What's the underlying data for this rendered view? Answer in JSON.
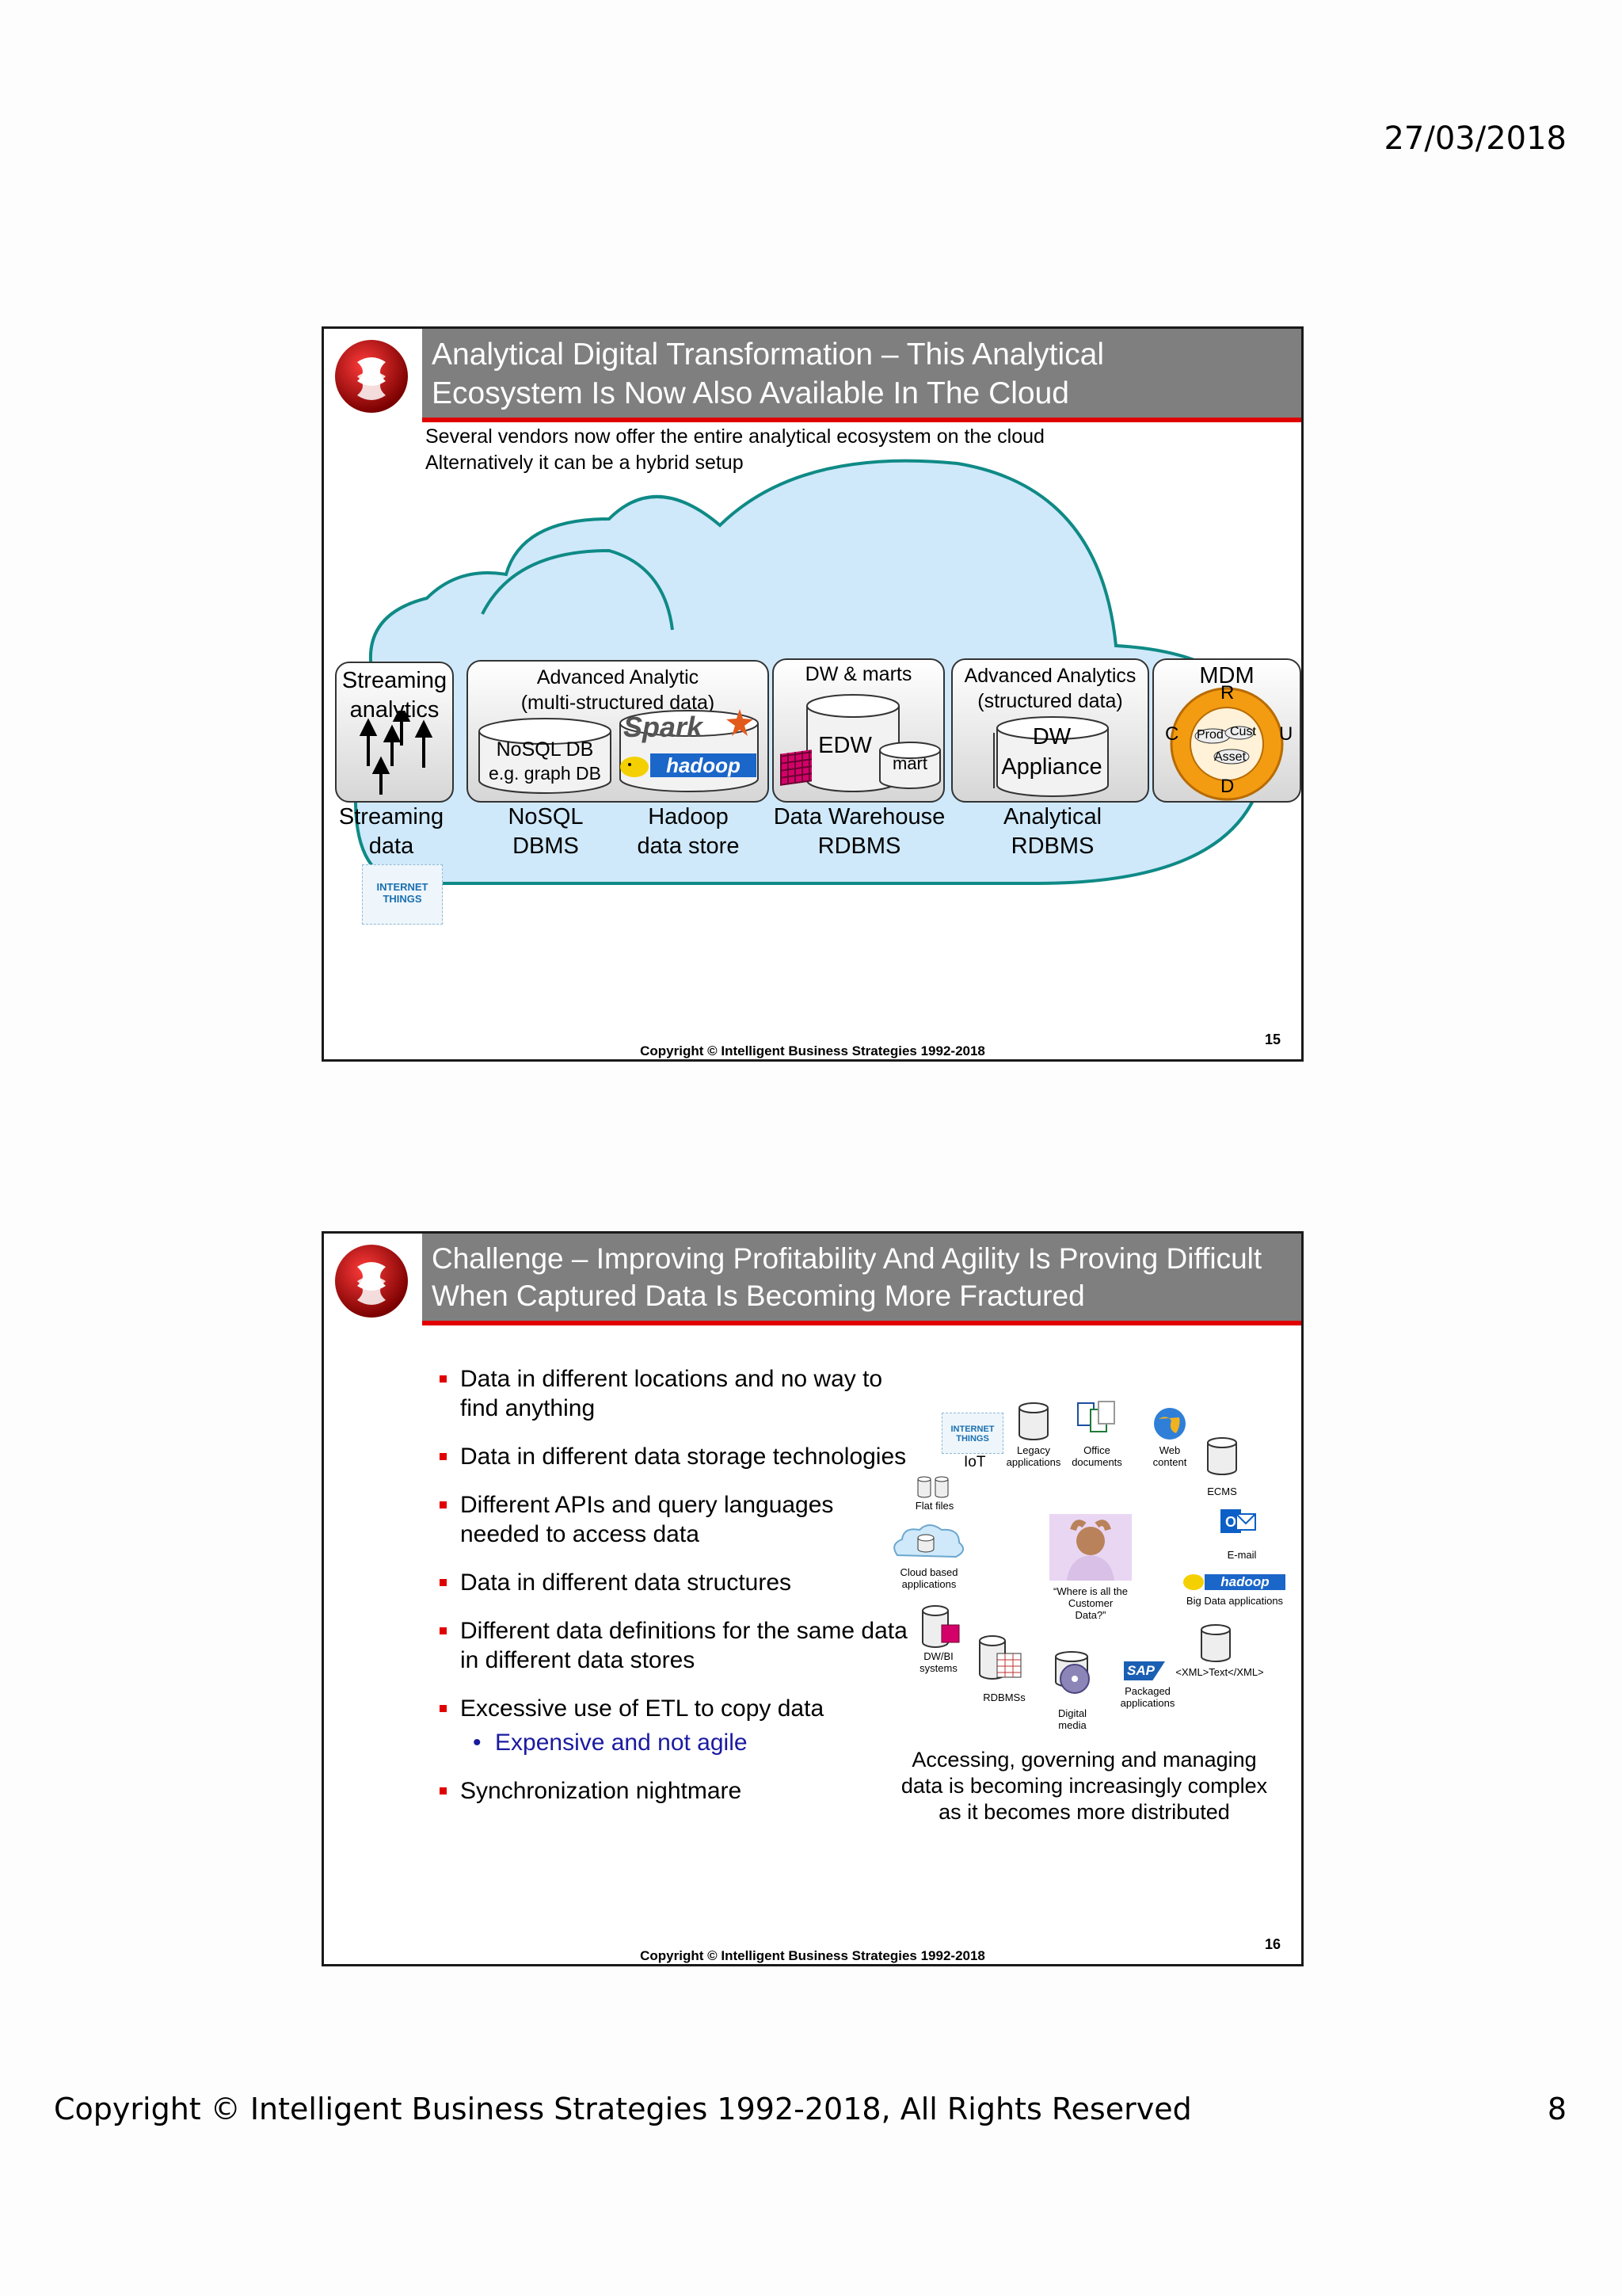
{
  "page": {
    "date": "27/03/2018",
    "footer": "Copyright © Intelligent Business Strategies 1992-2018, All Rights Reserved",
    "number": "8"
  },
  "slide1": {
    "title_line1": "Analytical Digital Transformation – This Analytical",
    "title_line2": "Ecosystem Is Now Also Available In The Cloud",
    "intro_line1": "Several vendors now offer the entire analytical ecosystem on the cloud",
    "intro_line2": "Alternatively it can be a hybrid setup",
    "boxes": {
      "streaming_title": "Streaming analytics",
      "adv_analytic_line1": "Advanced Analytic",
      "adv_analytic_line2": "(multi-structured data)",
      "nosql_db_line1": "NoSQL DB",
      "nosql_db_line2": "e.g. graph DB",
      "spark_logo": "Spark",
      "hadoop_logo": "hadoop",
      "dw_marts": "DW & marts",
      "edw": "EDW",
      "mart": "mart",
      "adv_analytics_line1": "Advanced Analytics",
      "adv_analytics_line2": "(structured data)",
      "dw_appliance_line1": "DW",
      "dw_appliance_line2": "Appliance",
      "mdm": "MDM",
      "mdm_r": "R",
      "mdm_c": "C",
      "mdm_u": "U",
      "mdm_d": "D",
      "mdm_prod": "Prod",
      "mdm_cust": "Cust",
      "mdm_asset": "Asset"
    },
    "labels": {
      "streaming_line1": "Streaming",
      "streaming_line2": "data",
      "nosql_line1": "NoSQL",
      "nosql_line2": "DBMS",
      "hadoop_line1": "Hadoop",
      "hadoop_line2": "data store",
      "dw_line1": "Data Warehouse",
      "dw_line2": "RDBMS",
      "arb_line1": "Analytical",
      "arb_line2": "RDBMS"
    },
    "iot_small": "INTERNET THINGS",
    "copyright": "Copyright © Intelligent Business Strategies 1992-2018",
    "number": "15"
  },
  "slide2": {
    "title_line1": "Challenge – Improving Profitability And Agility Is Proving Difficult",
    "title_line2": "When Captured Data Is Becoming More Fractured",
    "bullets": [
      "Data in different locations and no way to find anything",
      "Data in different data storage technologies",
      "Different APIs and query languages needed to access data",
      "Data in different data structures",
      "Different data definitions for the same data in different data stores",
      "Excessive use of ETL to copy data",
      "Synchronization nightmare"
    ],
    "sub_bullet": "Expensive and not agile",
    "diagram": {
      "iot": "IoT",
      "iot_logo": "INTERNET THINGS",
      "legacy_line1": "Legacy",
      "legacy_line2": "applications",
      "office_line1": "Office",
      "office_line2": "documents",
      "web_line1": "Web",
      "web_line2": "content",
      "ecms": "ECMS",
      "flat_files": "Flat files",
      "email": "E-mail",
      "cloud_line1": "Cloud based",
      "cloud_line2": "applications",
      "person_quote_line1": "“Where is all the",
      "person_quote_line2": "Customer",
      "person_quote_line3": "Data?”",
      "hadoop_logo": "hadoop",
      "big_data": "Big Data applications",
      "dwbi_line1": "DW/BI",
      "dwbi_line2": "systems",
      "rdbms": "RDBMSs",
      "digital_line1": "Digital",
      "digital_line2": "media",
      "sap": "SAP",
      "packaged_line1": "Packaged",
      "packaged_line2": "applications",
      "xml": "<XML>Text</XML>"
    },
    "caption_line1": "Accessing, governing and managing",
    "caption_line2": "data is becoming increasingly complex",
    "caption_line3": "as it becomes more distributed",
    "copyright": "Copyright © Intelligent Business Strategies 1992-2018",
    "number": "16"
  },
  "colors": {
    "title_bar": "#7f7f7f",
    "accent_red": "#e00000",
    "cloud_fill": "#cfe9fa",
    "cloud_stroke": "#0f8a86",
    "mdm_orange": "#f39c12"
  }
}
